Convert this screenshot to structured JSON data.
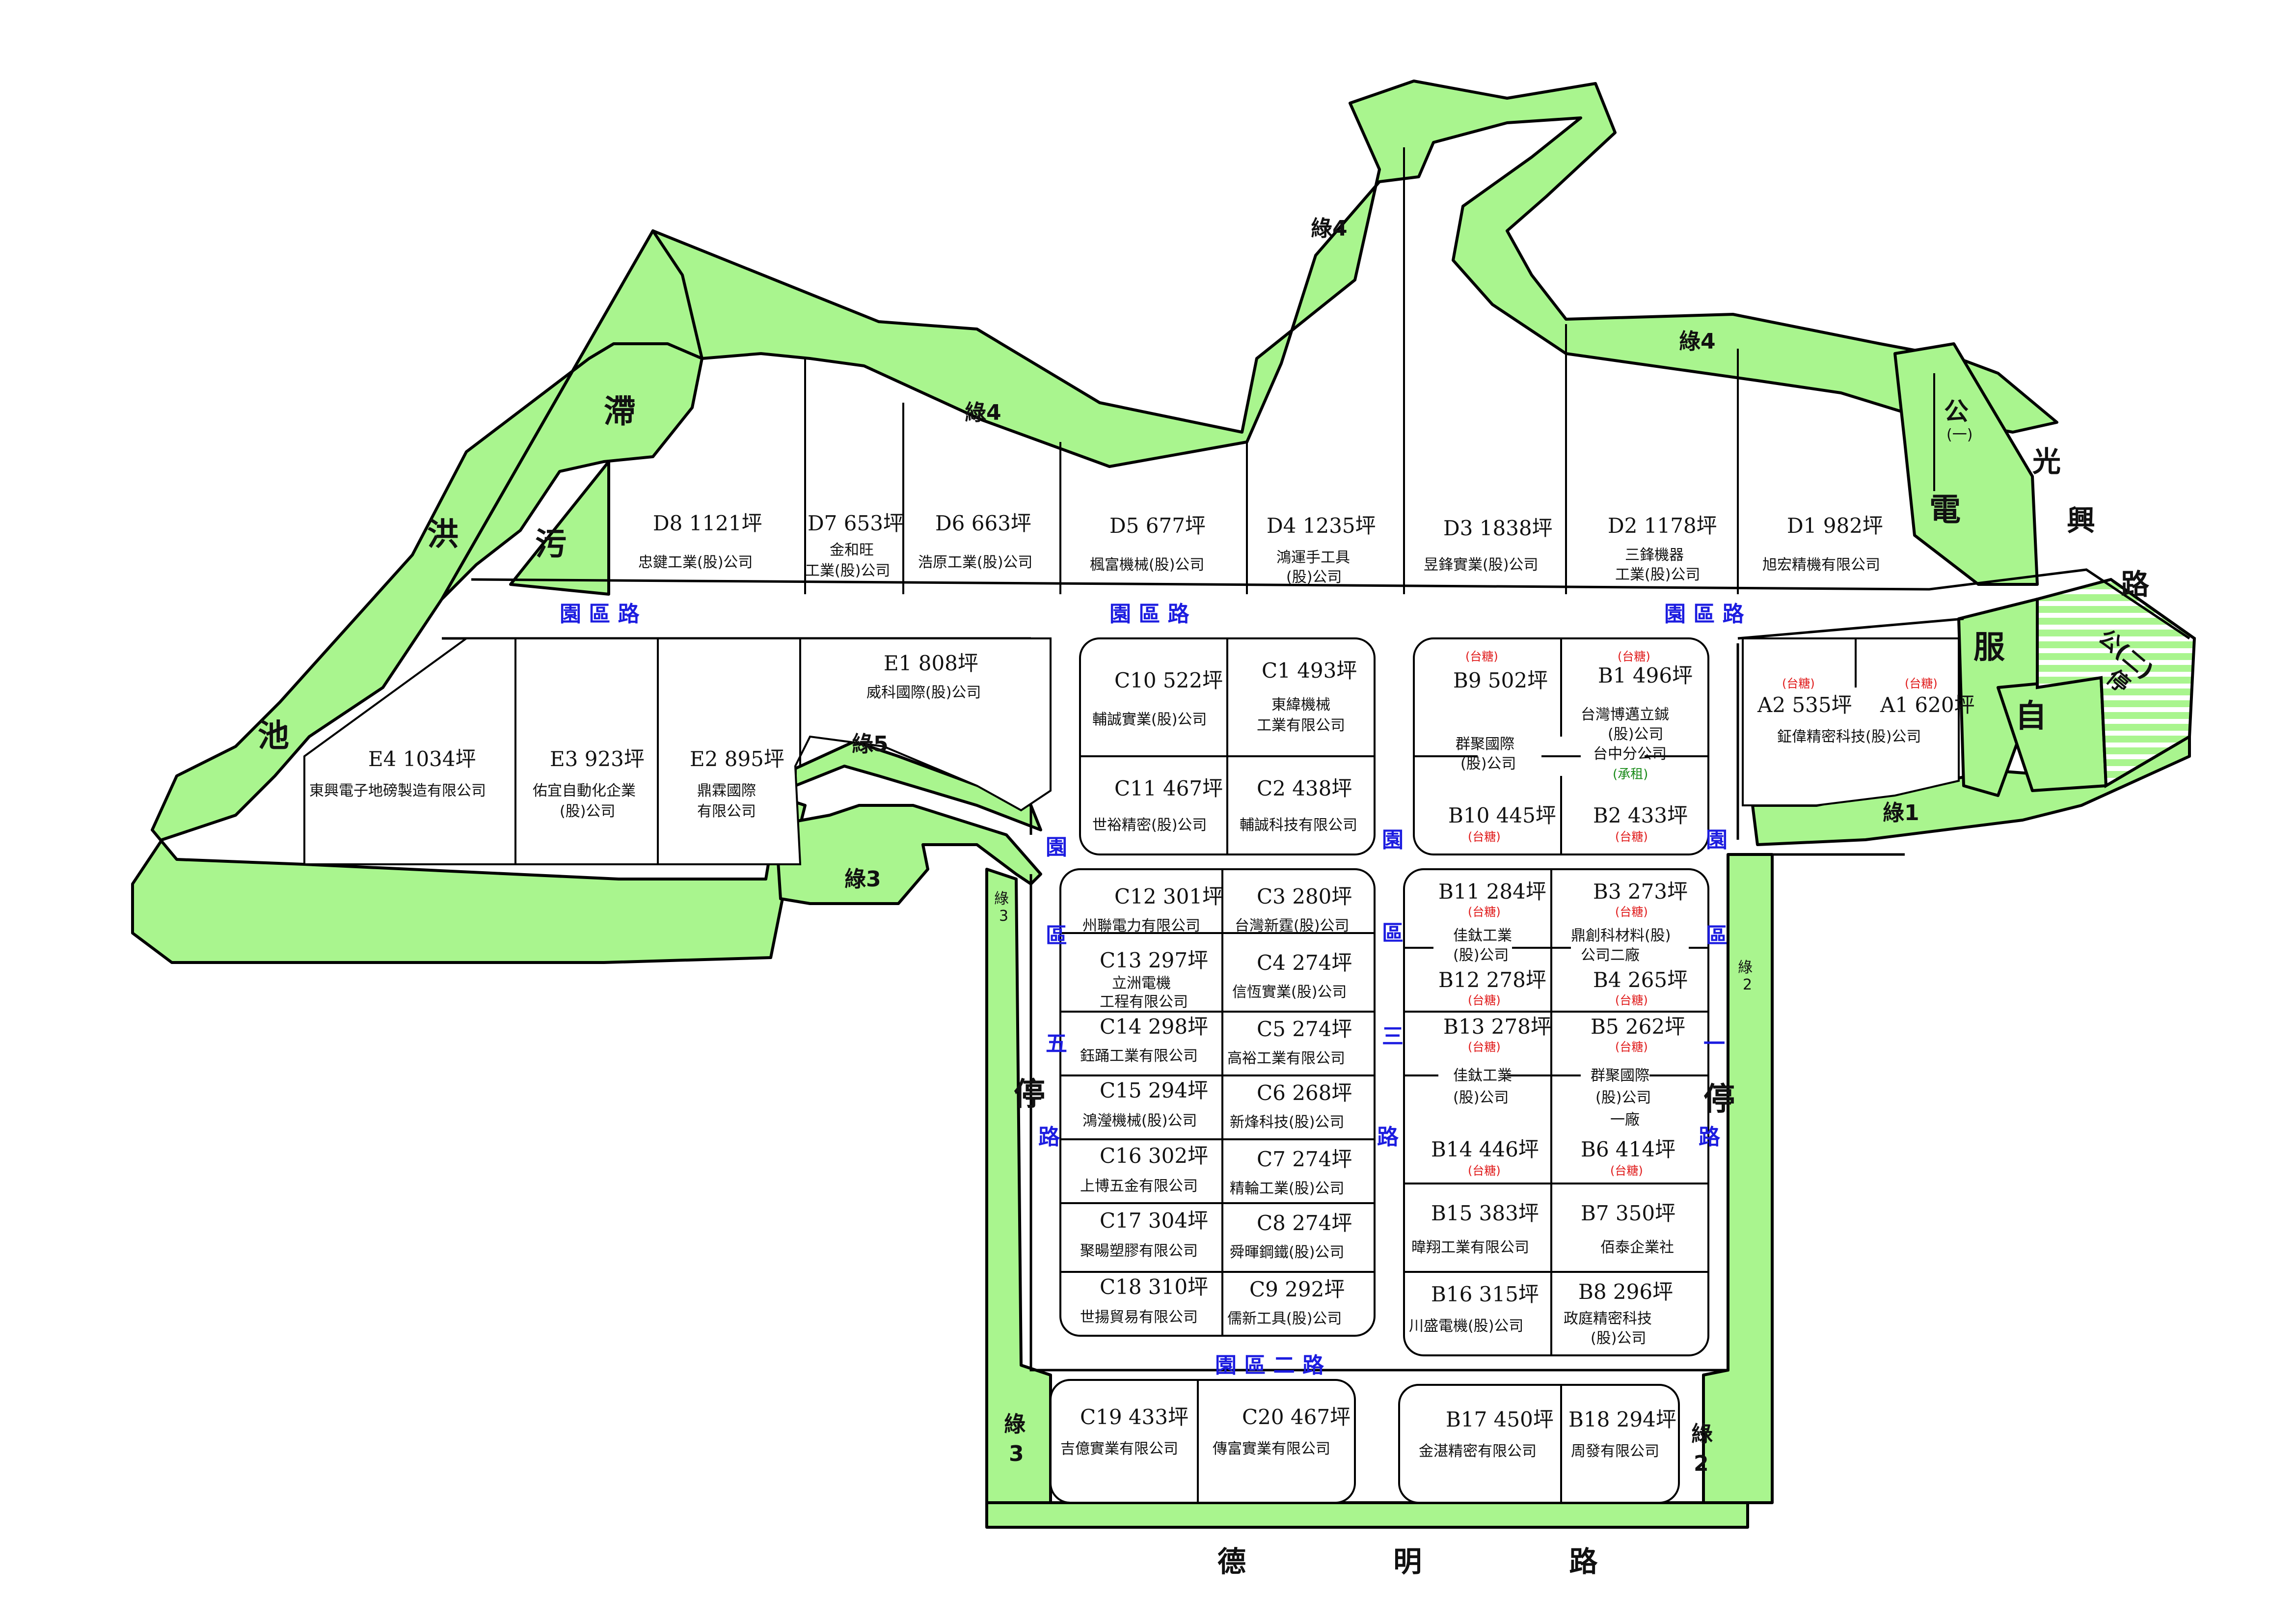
{
  "map": {
    "roads": {
      "park_road": "園 區 路",
      "ring_two": "園 區 二 路",
      "lane_five_v": [
        "園",
        "區",
        "五",
        "停",
        "路"
      ],
      "lane_three_v": [
        "園",
        "區",
        "三",
        "路"
      ],
      "lane_one_v": [
        "園",
        "區",
        "一",
        "停",
        "路"
      ],
      "deming": "德 明 路",
      "guangxing": [
        "光",
        "興",
        "路"
      ]
    },
    "green": {
      "green4": "綠4",
      "green5": "綠5",
      "green3": "綠3",
      "green1": "綠1",
      "green2": "綠2",
      "green3_v": [
        "綠",
        "3"
      ],
      "green2_v": [
        "綠",
        "2"
      ]
    },
    "big": {
      "detention": [
        "滯",
        "洪",
        "池"
      ],
      "sewage": "污",
      "power": "電",
      "service": "服",
      "self": "自",
      "gong": "公",
      "gong1": "(一)",
      "gong2": "公(二)",
      "ting": "停"
    },
    "lots": {
      "D8": {
        "id": "D8 1121坪",
        "co": "忠鍵工業(股)公司"
      },
      "D7": {
        "id": "D7 653坪",
        "co1": "金和旺",
        "co2": "工業(股)公司"
      },
      "D6": {
        "id": "D6 663坪",
        "co": "浩原工業(股)公司"
      },
      "D5": {
        "id": "D5 677坪",
        "co": "楓富機械(股)公司"
      },
      "D4": {
        "id": "D4 1235坪",
        "co1": "鴻運手工具",
        "co2": "(股)公司"
      },
      "D3": {
        "id": "D3 1838坪",
        "co": "昱鋒實業(股)公司"
      },
      "D2": {
        "id": "D2 1178坪",
        "co1": "三鋒機器",
        "co2": "工業(股)公司"
      },
      "D1": {
        "id": "D1 982坪",
        "co": "旭宏精機有限公司"
      },
      "E1": {
        "id": "E1 808坪",
        "co": "威科國際(股)公司"
      },
      "E2": {
        "id": "E2 895坪",
        "co1": "鼎霖國際",
        "co2": "有限公司"
      },
      "E3": {
        "id": "E3 923坪",
        "co1": "佑宜自動化企業",
        "co2": "(股)公司"
      },
      "E4": {
        "id": "E4 1034坪",
        "co": "東興電子地磅製造有限公司"
      },
      "C10": {
        "id": "C10 522坪",
        "co": "輔誠實業(股)公司"
      },
      "C1": {
        "id": "C1 493坪",
        "co1": "東緯機械",
        "co2": "工業有限公司"
      },
      "C11": {
        "id": "C11 467坪",
        "co": "世裕精密(股)公司"
      },
      "C2": {
        "id": "C2 438坪",
        "co": "輔誠科技有限公司"
      },
      "C12": {
        "id": "C12 301坪",
        "co": "州聯電力有限公司"
      },
      "C3": {
        "id": "C3 280坪",
        "co": "台灣新霆(股)公司"
      },
      "C13": {
        "id": "C13 297坪",
        "co1": "立洲電機",
        "co2": "工程有限公司"
      },
      "C4": {
        "id": "C4 274坪",
        "co": "信恆實業(股)公司"
      },
      "C14": {
        "id": "C14 298坪",
        "co": "鈺踊工業有限公司"
      },
      "C5": {
        "id": "C5 274坪",
        "co": "高裕工業有限公司"
      },
      "C15": {
        "id": "C15 294坪",
        "co": "鴻瀅機械(股)公司"
      },
      "C6": {
        "id": "C6 268坪",
        "co": "新烽科技(股)公司"
      },
      "C16": {
        "id": "C16 302坪",
        "co": "上博五金有限公司"
      },
      "C7": {
        "id": "C7 274坪",
        "co": "精輪工業(股)公司"
      },
      "C17": {
        "id": "C17 304坪",
        "co": "聚暘塑膠有限公司"
      },
      "C8": {
        "id": "C8 274坪",
        "co": "舜暉鋼鐵(股)公司"
      },
      "C18": {
        "id": "C18 310坪",
        "co": "世揚貿易有限公司"
      },
      "C9": {
        "id": "C9 292坪",
        "co": "儒新工具(股)公司"
      },
      "C19": {
        "id": "C19 433坪",
        "co": "吉億實業有限公司"
      },
      "C20": {
        "id": "C20 467坪",
        "co": "傳富實業有限公司"
      },
      "B9": {
        "id": "B9 502坪",
        "tag": "(台糖)"
      },
      "B1": {
        "id": "B1 496坪",
        "tag": "(台糖)"
      },
      "B9B10": {
        "co1": "群聚國際",
        "co2": "(股)公司"
      },
      "B1B2": {
        "co1": "台灣博邁立鋮",
        "co2": "(股)公司",
        "co3": "台中分公司",
        "co4": "(承租)"
      },
      "B10": {
        "id": "B10 445坪",
        "tag": "(台糖)"
      },
      "B2": {
        "id": "B2 433坪",
        "tag": "(台糖)"
      },
      "B11": {
        "id": "B11 284坪",
        "tag": "(台糖)"
      },
      "B3": {
        "id": "B3 273坪",
        "tag": "(台糖)"
      },
      "B11B12": {
        "co1": "佳鈦工業",
        "co2": "(股)公司"
      },
      "B3B4": {
        "co1": "鼎創科材料(股)",
        "co2": "公司二廠"
      },
      "B12": {
        "id": "B12 278坪",
        "tag": "(台糖)"
      },
      "B4": {
        "id": "B4 265坪",
        "tag": "(台糖)"
      },
      "B13": {
        "id": "B13 278坪",
        "tag": "(台糖)"
      },
      "B5": {
        "id": "B5 262坪",
        "tag": "(台糖)"
      },
      "B13B14": {
        "co1": "佳鈦工業",
        "co2": "(股)公司"
      },
      "B5B6": {
        "co1": "群聚國際",
        "co2": "(股)公司",
        "co3": "一廠"
      },
      "B14": {
        "id": "B14 446坪",
        "tag": "(台糖)"
      },
      "B6": {
        "id": "B6 414坪",
        "tag": "(台糖)"
      },
      "B15": {
        "id": "B15 383坪",
        "co": "暐翔工業有限公司"
      },
      "B7": {
        "id": "B7 350坪",
        "co": "佰泰企業社"
      },
      "B16": {
        "id": "B16 315坪",
        "co": "川盛電機(股)公司"
      },
      "B8": {
        "id": "B8 296坪",
        "co1": "政庭精密科技",
        "co2": "(股)公司"
      },
      "B17": {
        "id": "B17 450坪",
        "co": "金湛精密有限公司"
      },
      "B18": {
        "id": "B18 294坪",
        "co": "周發有限公司"
      },
      "A2": {
        "id": "A2 535坪",
        "tag": "(台糖)"
      },
      "A1": {
        "id": "A1 620坪",
        "tag": "(台糖)"
      },
      "A1A2": {
        "co": "鉦偉精密科技(股)公司"
      }
    }
  }
}
